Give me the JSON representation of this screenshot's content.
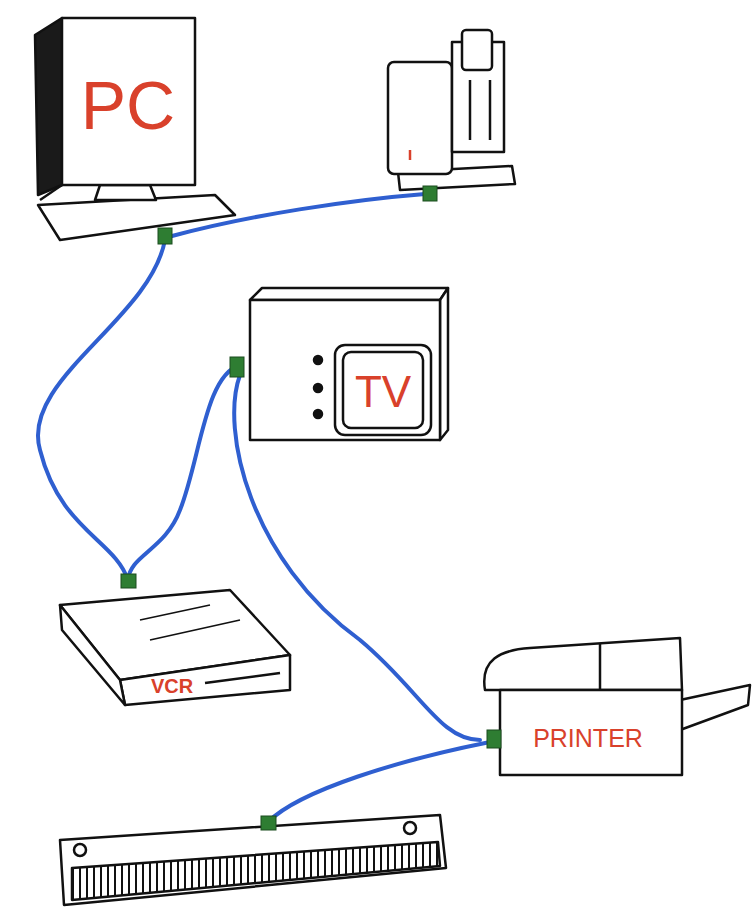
{
  "diagram": {
    "nodes": [
      {
        "text": [
          "PC"
        ]
      },
      {
        "text": [
          "TV"
        ]
      },
      {
        "text": [
          "VCR"
        ]
      },
      {
        "text": [
          "PRINTER"
        ]
      }
    ],
    "edges": [
      {
        "from": 0,
        "to": 2,
        "arrow": "none"
      },
      {
        "from": 1,
        "to": 2,
        "arrow": "none"
      },
      {
        "from": 1,
        "to": 3,
        "arrow": "none"
      }
    ]
  }
}
